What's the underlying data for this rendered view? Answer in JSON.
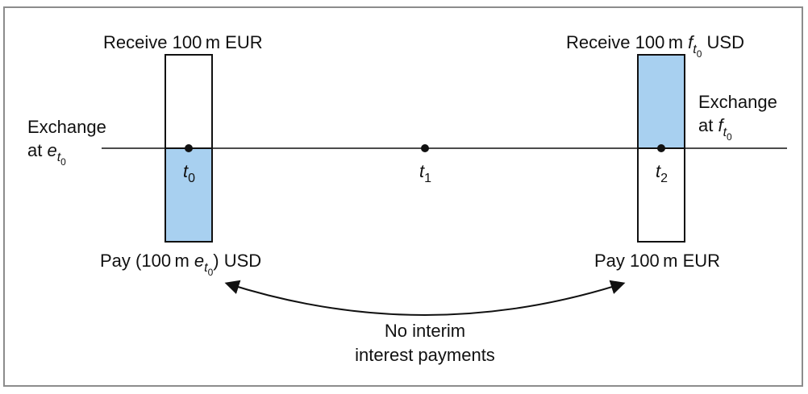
{
  "diagram": {
    "timeline": {
      "points": [
        {
          "name": "t",
          "sub": "0"
        },
        {
          "name": "t",
          "sub": "1"
        },
        {
          "name": "t",
          "sub": "2"
        }
      ]
    },
    "left_flow": {
      "receive": "Receive 100 m EUR",
      "pay_prefix": "Pay (100 m ",
      "pay_var": "e",
      "pay_var_sub": "t",
      "pay_var_subsub": "0",
      "pay_suffix": ") USD",
      "exchange_line1": "Exchange",
      "exchange_prefix": "at ",
      "exchange_var": "e",
      "exchange_sub": "t",
      "exchange_subsub": "0"
    },
    "right_flow": {
      "receive_prefix": "Receive 100 m ",
      "receive_var": "f",
      "receive_sub": "t",
      "receive_subsub": "0",
      "receive_suffix": " USD",
      "pay": "Pay 100 m EUR",
      "exchange_line1": "Exchange",
      "exchange_prefix": "at ",
      "exchange_var": "f",
      "exchange_sub": "t",
      "exchange_subsub": "0"
    },
    "note_line1": "No interim",
    "note_line2": "interest payments"
  },
  "colors": {
    "fill": "#a8d0f0",
    "stroke": "#111111",
    "frame": "#8c8c8c"
  }
}
